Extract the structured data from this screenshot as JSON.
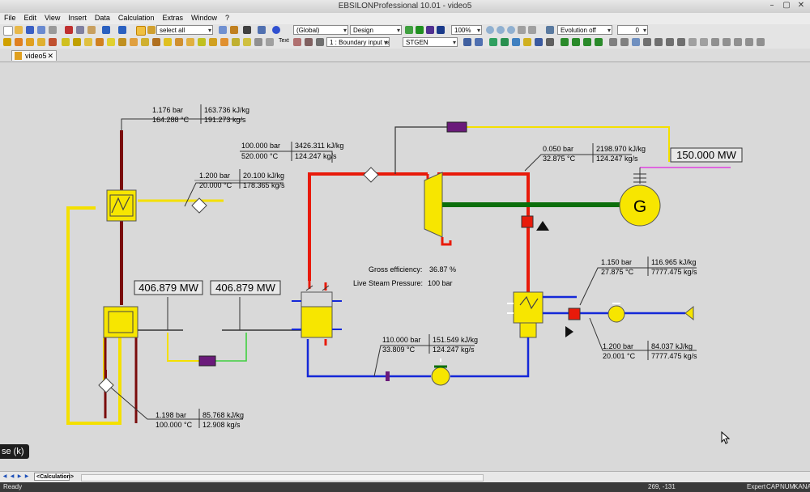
{
  "window": {
    "title": "EBSILONProfessional 10.01 - video5",
    "controls": [
      "–",
      "▢",
      "✕"
    ]
  },
  "menu": [
    "File",
    "Edit",
    "View",
    "Insert",
    "Data",
    "Calculation",
    "Extras",
    "Window",
    "?"
  ],
  "toolbar": {
    "selection_combo": "select all",
    "profile_combo": "(Global)",
    "mode_combo": "Design",
    "zoom_combo": "100%",
    "evolution_combo": "Evolution off",
    "evolution_value": "0",
    "boundary_combo": "1 : Boundary input valu",
    "component_combo": "STGEN",
    "text_button": "Text"
  },
  "tabs": {
    "document": "video5",
    "sheet": "<Calculation>"
  },
  "diagram": {
    "colors": {
      "steam": "#e81a0a",
      "water": "#1428d8",
      "shaft": "#0b6e0b",
      "flue": "#7a0c0c",
      "air": "#f4e000",
      "component": "#f7e600",
      "logic": "#6a1a7a"
    },
    "boiler_top": {
      "pressure": "1.176 bar",
      "enthalpy": "163.736 kJ/kg",
      "temperature": "164.288 °C",
      "flow": "191.273 kg/s"
    },
    "air_in": {
      "pressure": "1.200 bar",
      "enthalpy": "20.100 kJ/kg",
      "temperature": "20.000 °C",
      "flow": "178.365 kg/s"
    },
    "live_steam": {
      "pressure": "100.000 bar",
      "enthalpy": "3426.311 kJ/kg",
      "temperature": "520.000 °C",
      "flow": "124.247 kg/s"
    },
    "turbine_exhaust": {
      "pressure": "0.050 bar",
      "enthalpy": "2198.970 kJ/kg",
      "temperature": "32.875 °C",
      "flow": "124.247 kg/s"
    },
    "cooling_out": {
      "pressure": "1.150 bar",
      "enthalpy": "116.965 kJ/kg",
      "temperature": "27.875 °C",
      "flow": "7777.475 kg/s"
    },
    "cooling_in": {
      "pressure": "1.200 bar",
      "enthalpy": "84.037 kJ/kg",
      "temperature": "20.001 °C",
      "flow": "7777.475 kg/s"
    },
    "feedwater": {
      "pressure": "110.000 bar",
      "enthalpy": "151.549 kJ/kg",
      "temperature": "33.809 °C",
      "flow": "124.247 kg/s"
    },
    "fuel": {
      "pressure": "1.198 bar",
      "enthalpy": "85.768 kJ/kg",
      "temperature": "100.000 °C",
      "flow": "12.908 kg/s"
    },
    "generator_power": "150.000 MW",
    "heat_input_1": "406.879 MW",
    "heat_input_2": "406.879 MW",
    "generator_label": "G",
    "efficiency_label": "Gross efficiency:",
    "efficiency_value": "36.87 %",
    "pressure_label": "Live Steam Pressure:",
    "pressure_value": "100  bar"
  },
  "overlay": {
    "caption": "se (k)"
  },
  "status": {
    "left": "Ready",
    "coords": "269, -131",
    "mode": "Expert",
    "indicators": [
      "CAP",
      "NUM",
      "KANA"
    ]
  }
}
